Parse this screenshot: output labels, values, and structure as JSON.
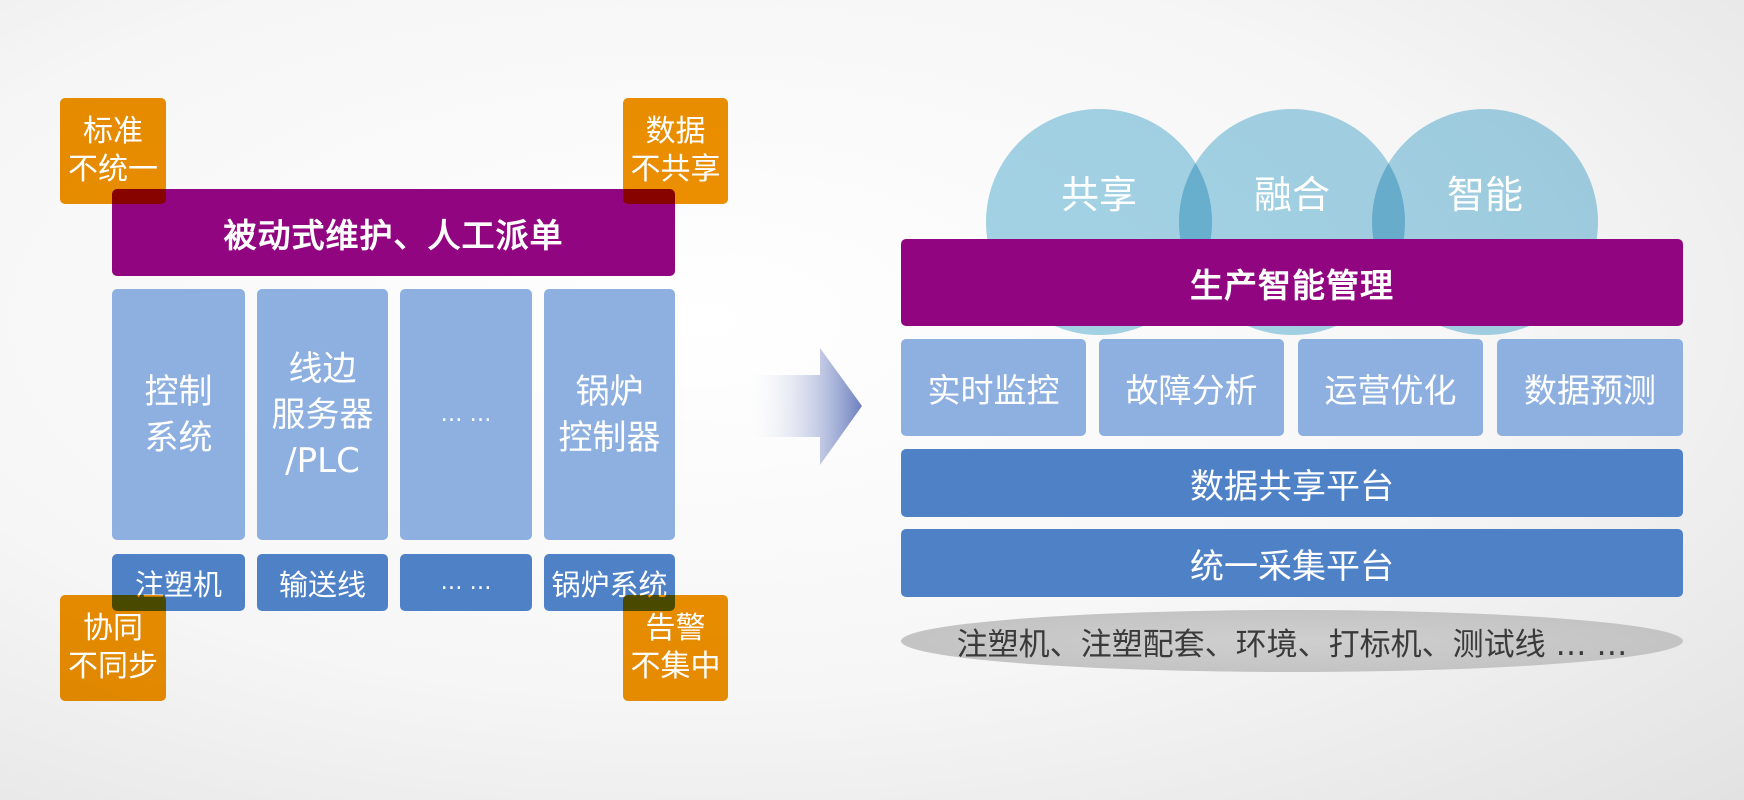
{
  "left": {
    "title": "被动式维护、人工派单",
    "columns": [
      {
        "top": [
          "控制",
          "系统"
        ],
        "bottom": "注塑机"
      },
      {
        "top": [
          "线边",
          "服务器",
          "/PLC"
        ],
        "bottom": "输送线"
      },
      {
        "top": [
          "… …"
        ],
        "bottom": "… …"
      },
      {
        "top": [
          "锅炉",
          "控制器"
        ],
        "bottom": "锅炉系统"
      }
    ],
    "issues": {
      "top_left": [
        "标准",
        "不统一"
      ],
      "top_right": [
        "数据",
        "不共享"
      ],
      "bottom_left": [
        "协同",
        "不同步"
      ],
      "bottom_right": [
        "告警",
        "不集中"
      ]
    }
  },
  "arrow": {
    "icon": "arrow-right-icon"
  },
  "right": {
    "circles": [
      "共享",
      "融合",
      "智能"
    ],
    "title": "生产智能管理",
    "functions": [
      "实时监控",
      "故障分析",
      "运营优化",
      "数据预测"
    ],
    "platforms": [
      "数据共享平台",
      "统一采集平台"
    ],
    "sources": "注塑机、注塑配套、环境、打标机、测试线 … …"
  },
  "colors": {
    "purple": "#910580",
    "orange": "#ee9000",
    "light_blue": "#8db0e1",
    "blue": "#4f81c7",
    "circle": "#a5d5e8"
  }
}
